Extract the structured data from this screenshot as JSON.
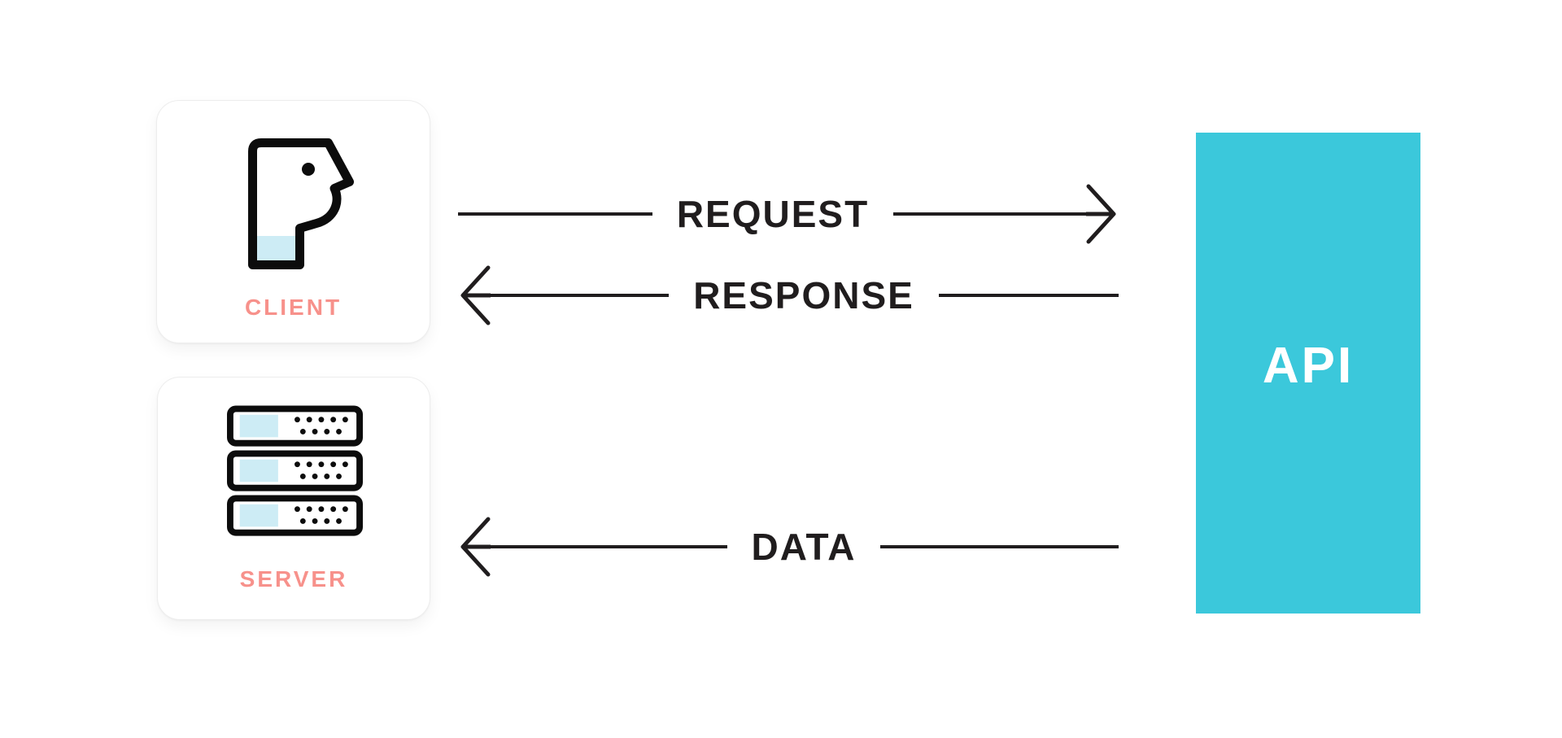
{
  "client_card": {
    "label": "CLIENT",
    "icon": "person-face-icon"
  },
  "server_card": {
    "label": "SERVER",
    "icon": "server-rack-icon"
  },
  "api_block": {
    "label": "API"
  },
  "arrows": {
    "request": {
      "label": "REQUEST",
      "direction": "right"
    },
    "response": {
      "label": "RESPONSE",
      "direction": "left"
    },
    "data": {
      "label": "DATA",
      "direction": "left"
    }
  },
  "colors": {
    "accent_teal": "#3bc8db",
    "coral": "#f7918b",
    "pale_blue": "#cdecf5",
    "line_dark": "#201d1e",
    "icon_stroke": "#0c0c0c"
  }
}
